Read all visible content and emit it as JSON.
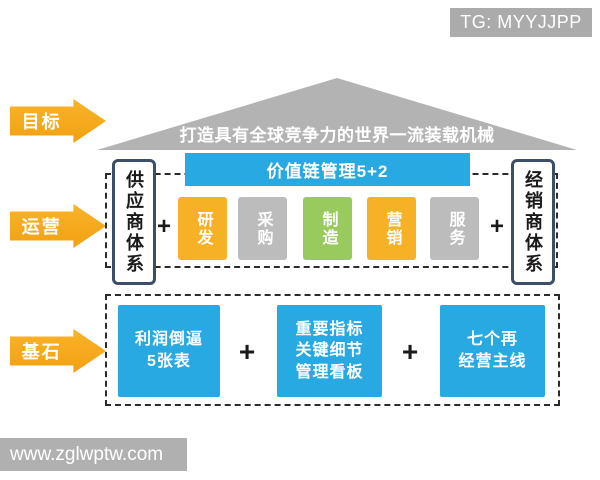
{
  "watermarks": {
    "tg": "TG: MYYJJPP",
    "site": "www.zglwptw.com"
  },
  "colors": {
    "blue": "#29a9e1",
    "orange": "#f7b126",
    "gray_box": "#bcbcbc",
    "green": "#98ca5d",
    "roof_gray": "#b3b3b3",
    "banner_gray": "#ababab",
    "arrow_orange": "#f5a81c",
    "system_box_border": "#3d4f68",
    "dash_border": "#2b2b2b"
  },
  "rows": {
    "goal_label": "目标",
    "operations_label": "运营",
    "foundation_label": "基石"
  },
  "goal": {
    "roof_text": "打造具有全球竞争力的世界一流装载机械"
  },
  "operations": {
    "value_chain_title": "价值链管理5+2",
    "left_system": "供应商体系",
    "right_system": "经销商体系",
    "plus": "+",
    "chain_boxes": [
      {
        "label": "研发",
        "color": "orange"
      },
      {
        "label": "采购",
        "color": "gray"
      },
      {
        "label": "制造",
        "color": "green"
      },
      {
        "label": "营销",
        "color": "orange"
      },
      {
        "label": "服务",
        "color": "gray"
      }
    ]
  },
  "foundation": {
    "plus": "+",
    "items": [
      {
        "label": "利润倒逼\n5张表"
      },
      {
        "label": "重要指标\n关键细节\n管理看板"
      },
      {
        "label": "七个再\n经营主线"
      }
    ]
  }
}
